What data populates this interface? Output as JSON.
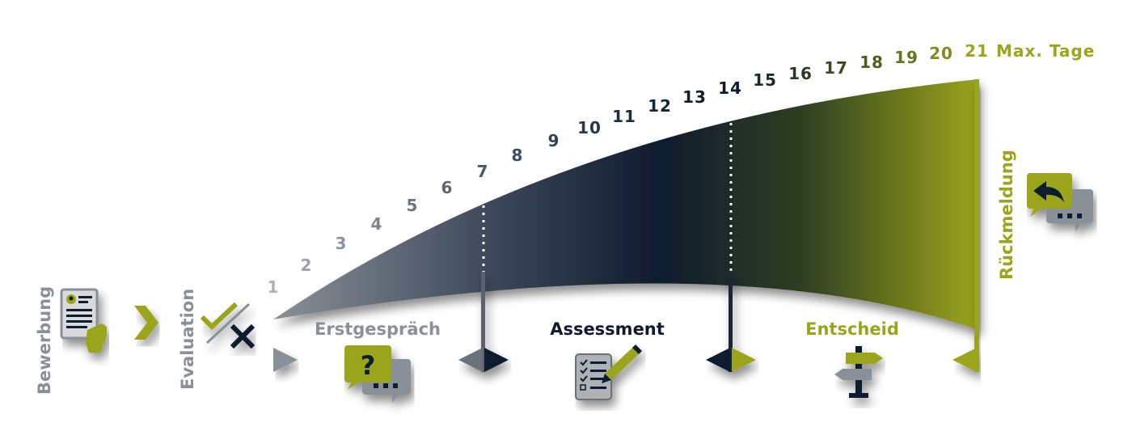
{
  "colors": {
    "grey": "#8a9097",
    "grey_dark": "#6b7178",
    "navy": "#0f1a2e",
    "olive": "#9aa51a",
    "olive_dark": "#3e4a22"
  },
  "steps": {
    "bewerbung": "Bewerbung",
    "evaluation": "Evaluation",
    "rueckmeldung": "Rückmeldung"
  },
  "phases": {
    "erstgespraech": "Erstgespräch",
    "assessment": "Assessment",
    "entscheid": "Entscheid"
  },
  "days": [
    "1",
    "2",
    "3",
    "4",
    "5",
    "6",
    "7",
    "8",
    "9",
    "10",
    "11",
    "12",
    "13",
    "14",
    "15",
    "16",
    "17",
    "18",
    "19",
    "20",
    "21"
  ],
  "max_label": "Max. Tage",
  "icons": {
    "bewerbung": "cv-document-hand-icon",
    "arrow": "chevron-right-icon",
    "evaluation": "check-cross-icon",
    "erstgespraech": "question-chat-icon",
    "assessment": "checklist-pencil-icon",
    "entscheid": "signpost-icon",
    "rueckmeldung": "reply-chat-icon"
  }
}
